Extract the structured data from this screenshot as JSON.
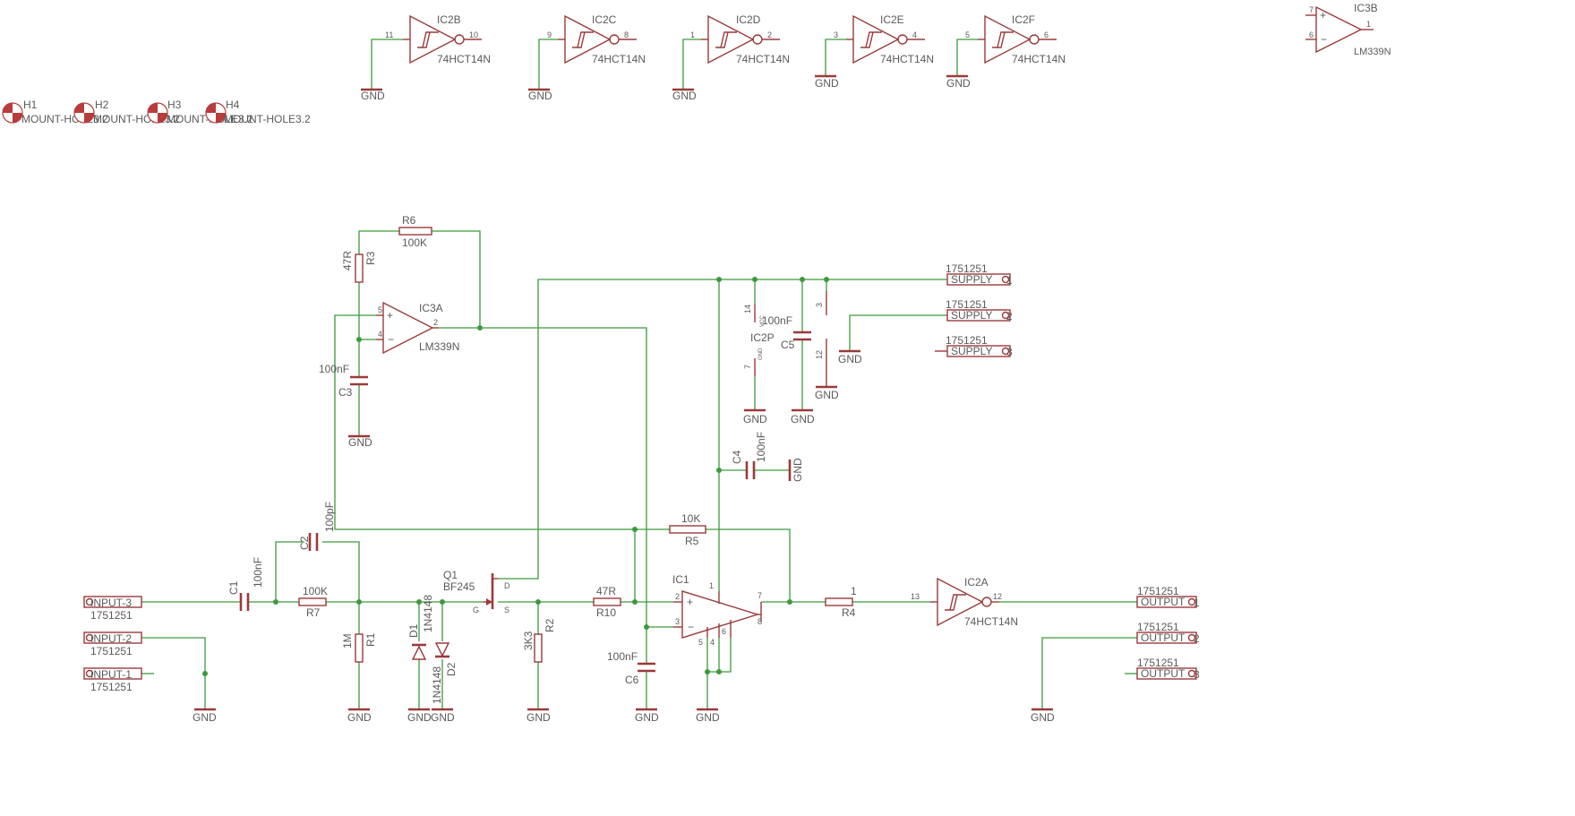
{
  "colors": {
    "wire": "#3c9a3c",
    "part": "#9b3a3a",
    "text": "#5a5a5a",
    "background": "#ffffff"
  },
  "parts": {
    "IC2B": {
      "name": "IC2B",
      "value": "74HCT14N",
      "pin_in": "11",
      "pin_out": "10"
    },
    "IC2C": {
      "name": "IC2C",
      "value": "74HCT14N",
      "pin_in": "9",
      "pin_out": "8"
    },
    "IC2D": {
      "name": "IC2D",
      "value": "74HCT14N",
      "pin_in": "1",
      "pin_out": "2"
    },
    "IC2E": {
      "name": "IC2E",
      "value": "74HCT14N",
      "pin_in": "3",
      "pin_out": "4"
    },
    "IC2F": {
      "name": "IC2F",
      "value": "74HCT14N",
      "pin_in": "5",
      "pin_out": "6"
    },
    "IC2A": {
      "name": "IC2A",
      "value": "74HCT14N",
      "pin_in": "13",
      "pin_out": "12"
    },
    "IC3B": {
      "name": "IC3B",
      "value": "LM339N",
      "pin_plus": "7",
      "pin_minus": "6",
      "pin_out": "1"
    },
    "IC3A": {
      "name": "IC3A",
      "value": "LM339N",
      "pin_plus": "5",
      "pin_minus": "4",
      "pin_out": "2"
    },
    "IC2P": {
      "name": "IC2P",
      "pin_vcc": "14",
      "pin_gnd": "7",
      "lbl_vcc": "VCC",
      "lbl_gnd": "GND"
    },
    "IC1": {
      "name": "IC1",
      "pin_plus": "2",
      "pin_minus": "3",
      "pin_out": "7",
      "pin5": "5",
      "pin4": "4",
      "pin6": "6",
      "pin1": "1",
      "pin8": "8"
    },
    "H1": {
      "name": "H1",
      "value": "MOUNT-HOLE3.2"
    },
    "H2": {
      "name": "H2",
      "value": "MOUNT-HOLE3.2"
    },
    "H3": {
      "name": "H3",
      "value": "MOUNT-HOLE3.2"
    },
    "H4": {
      "name": "H4",
      "value": "MOUNT-HOLE3.2"
    },
    "R6": {
      "name": "R6",
      "value": "100K"
    },
    "R3": {
      "name": "R3",
      "value": "47R"
    },
    "R7": {
      "name": "R7",
      "value": "100K"
    },
    "R1": {
      "name": "R1",
      "value": "1M"
    },
    "R2": {
      "name": "R2",
      "value": "3K3"
    },
    "R10": {
      "name": "R10",
      "value": "47R"
    },
    "R5": {
      "name": "R5",
      "value": "10K"
    },
    "R4": {
      "name": "R4",
      "value": "1"
    },
    "C1": {
      "name": "C1",
      "value": "100nF"
    },
    "C2": {
      "name": "C2",
      "value": "100pF"
    },
    "C3": {
      "name": "C3",
      "value": "100nF"
    },
    "C4": {
      "name": "C4",
      "value": "100nF"
    },
    "C5": {
      "name": "C5",
      "value": "100nF"
    },
    "C6": {
      "name": "C6",
      "value": "100nF"
    },
    "D1": {
      "name": "D1",
      "value": "1N4148"
    },
    "D2": {
      "name": "D2",
      "value": "1N4148"
    },
    "Q1": {
      "name": "Q1",
      "value": "BF245",
      "pin_d": "D",
      "pin_g": "G",
      "pin_s": "S"
    },
    "SUPPLY": {
      "name": "SUPPLY",
      "value": "1751251",
      "pin1": "1",
      "pin2": "2",
      "pin3": "3",
      "pin_a": "3",
      "pin_b": "12"
    },
    "INPUT": {
      "name1": "INPUT-1",
      "name2": "INPUT-2",
      "name3": "INPUT-3",
      "value": "1751251"
    },
    "OUTPUT": {
      "name": "OUTPUT",
      "value": "1751251",
      "pin1": "1",
      "pin2": "2",
      "pin3": "3"
    }
  },
  "net_labels": {
    "gnd": "GND"
  }
}
